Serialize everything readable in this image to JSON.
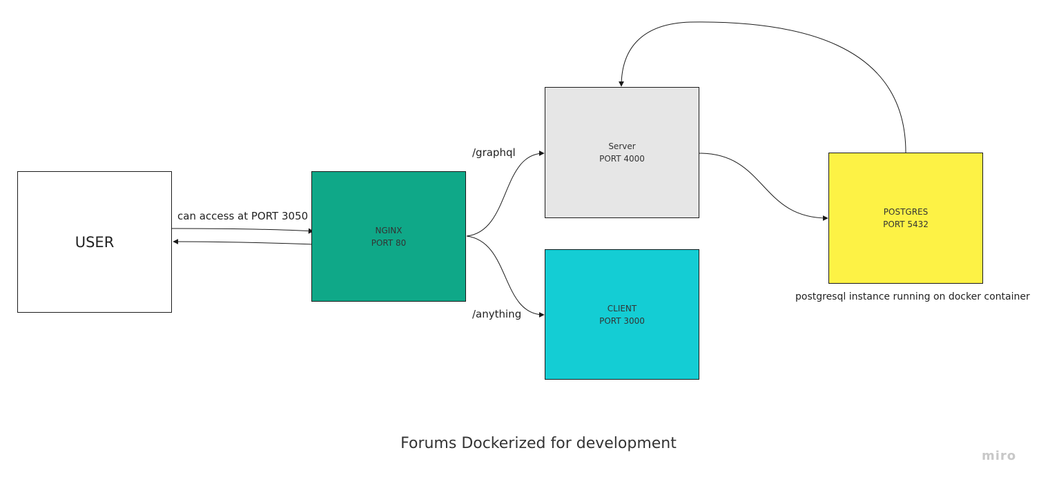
{
  "title": "Forums Dockerized for development",
  "watermark": "miro",
  "colors": {
    "nginx": "#0fa888",
    "server": "#e6e6e6",
    "client": "#14cdd4",
    "postgres": "#fdf245",
    "user": "#ffffff"
  },
  "nodes": {
    "user": {
      "label": "USER"
    },
    "nginx": {
      "line1": "NGINX",
      "line2": "PORT 80"
    },
    "server": {
      "line1": "Server",
      "line2": "PORT 4000"
    },
    "client": {
      "line1": "CLIENT",
      "line2": "PORT 3000"
    },
    "postgres": {
      "line1": "POSTGRES",
      "line2": "PORT 5432"
    }
  },
  "edge_labels": {
    "user_to_nginx": "can access at PORT 3050",
    "graphql": "/graphql",
    "anything": "/anything",
    "postgres_note": "postgresql instance running on docker container"
  }
}
